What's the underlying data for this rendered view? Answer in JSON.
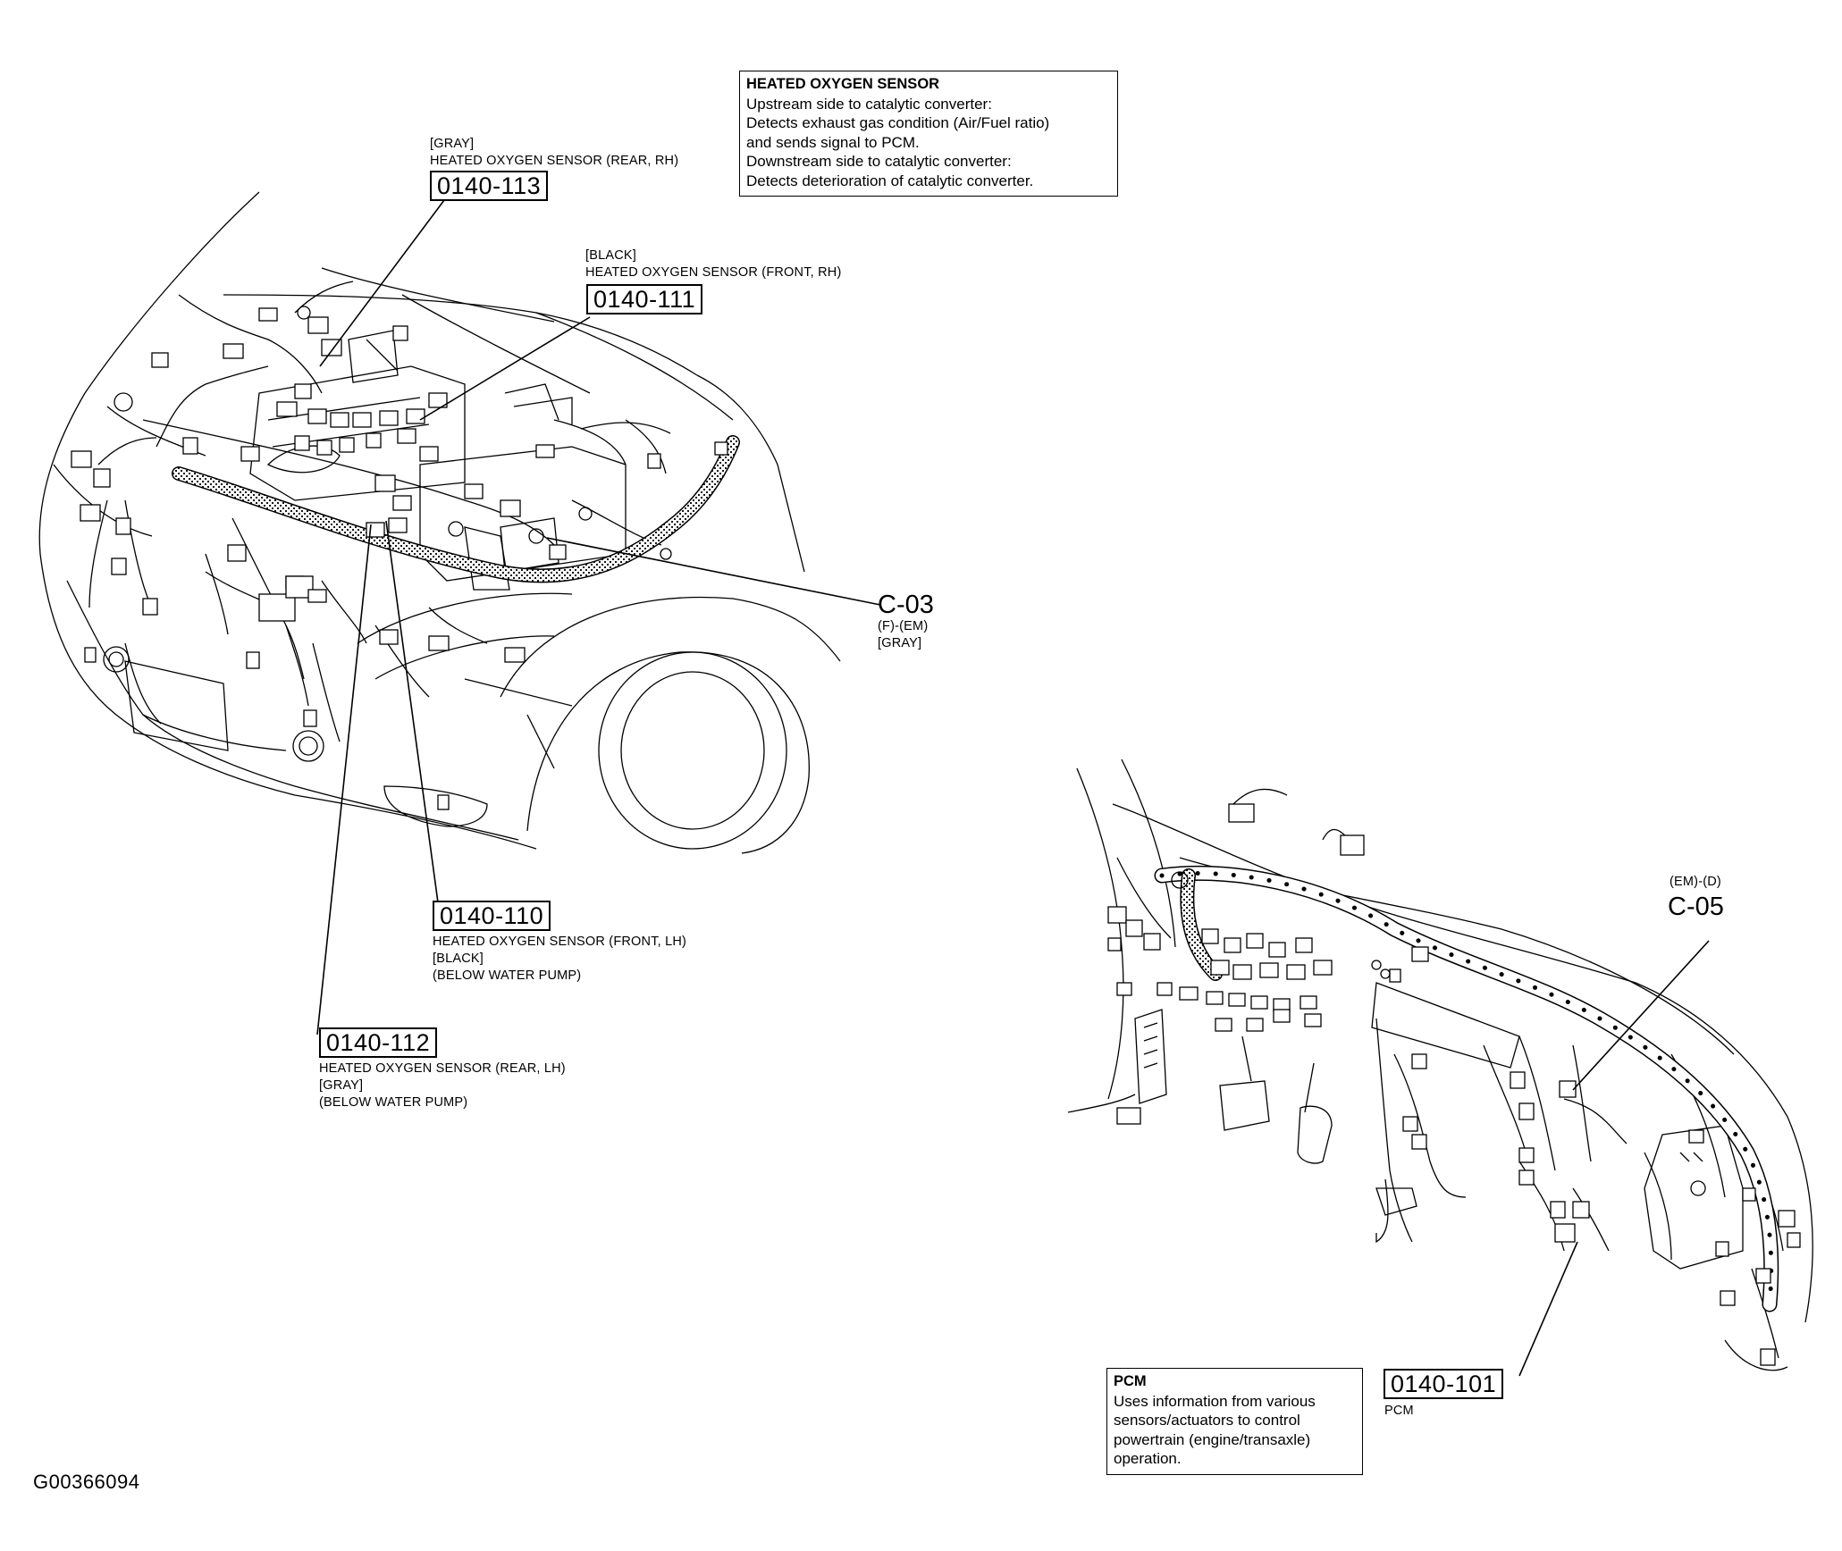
{
  "figure_id": "G00366094",
  "info_boxes": {
    "ho2s": {
      "title": "HEATED OXYGEN SENSOR",
      "lines": [
        "Upstream side to catalytic converter:",
        "Detects exhaust gas condition (Air/Fuel ratio)",
        "and sends signal to PCM.",
        "Downstream side to catalytic converter:",
        "Detects deterioration of catalytic converter."
      ]
    },
    "pcm": {
      "title": "PCM",
      "lines": [
        "Uses information from various",
        "sensors/actuators to control",
        "powertrain (engine/transaxle)",
        "operation."
      ]
    }
  },
  "callouts": {
    "c113": {
      "code": "0140-113",
      "lines": [
        "[GRAY]",
        "HEATED OXYGEN SENSOR (REAR, RH)"
      ]
    },
    "c111": {
      "code": "0140-111",
      "lines": [
        "[BLACK]",
        "HEATED OXYGEN SENSOR (FRONT, RH)"
      ]
    },
    "c110": {
      "code": "0140-110",
      "lines": [
        "HEATED OXYGEN SENSOR (FRONT, LH)",
        "[BLACK]",
        "(BELOW WATER PUMP)"
      ]
    },
    "c112": {
      "code": "0140-112",
      "lines": [
        "HEATED OXYGEN SENSOR (REAR, LH)",
        "[GRAY]",
        "(BELOW WATER PUMP)"
      ]
    },
    "c101": {
      "code": "0140-101",
      "lines": [
        "PCM"
      ]
    }
  },
  "connectors": {
    "c03": {
      "code": "C-03",
      "lines": [
        "(F)-(EM)",
        "[GRAY]"
      ]
    },
    "c05": {
      "code": "C-05",
      "lines": [
        "(EM)-(D)"
      ]
    }
  }
}
